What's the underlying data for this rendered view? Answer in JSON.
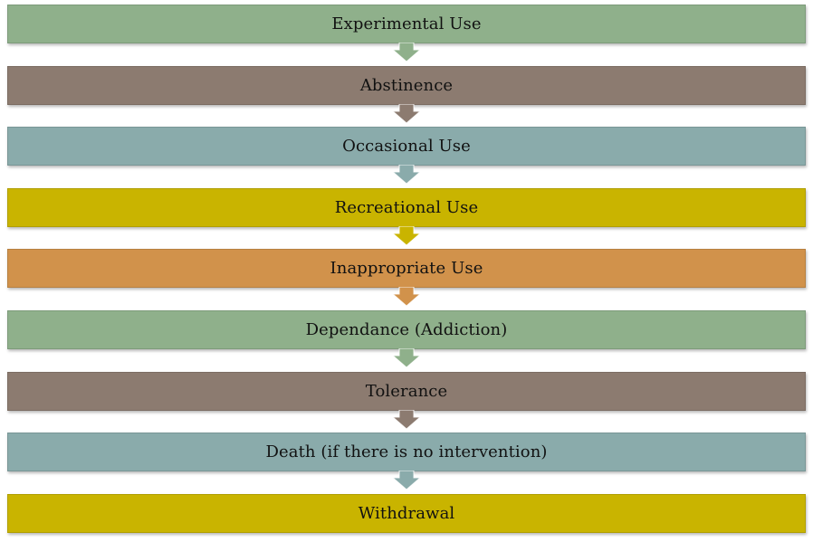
{
  "flow": {
    "stages": [
      {
        "label": "Experimental Use",
        "color": "#8fb08b"
      },
      {
        "label": "Abstinence",
        "color": "#8c7b70"
      },
      {
        "label": "Occasional Use",
        "color": "#8aabab"
      },
      {
        "label": "Recreational Use",
        "color": "#c9b400"
      },
      {
        "label": "Inappropriate Use",
        "color": "#d1924b"
      },
      {
        "label": "Dependance (Addiction)",
        "color": "#8fb08b"
      },
      {
        "label": "Tolerance",
        "color": "#8c7b70"
      },
      {
        "label": "Death (if there is no intervention)",
        "color": "#8aabab"
      },
      {
        "label": "Withdrawal",
        "color": "#c9b400"
      }
    ],
    "arrow_icon": "down-arrow-icon"
  }
}
